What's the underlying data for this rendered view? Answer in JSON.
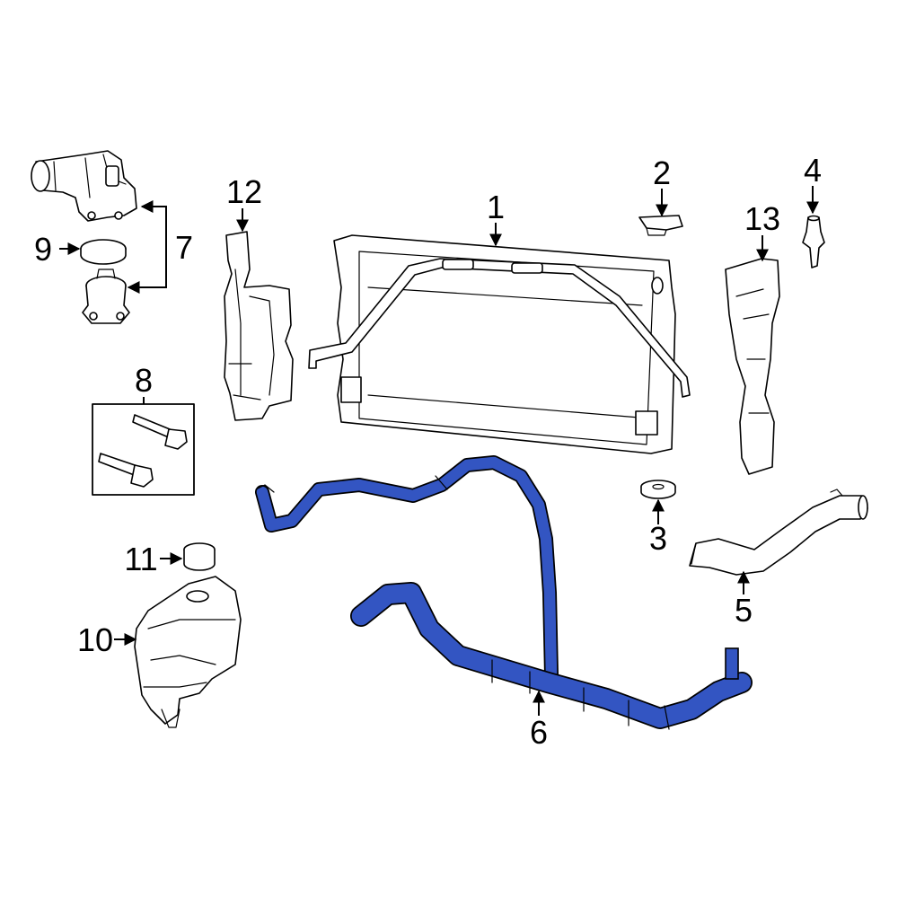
{
  "colors": {
    "background": "#ffffff",
    "line": "#000000",
    "highlight": "#3355c2"
  },
  "callouts": [
    {
      "id": "c1",
      "text": "1"
    },
    {
      "id": "c2",
      "text": "2"
    },
    {
      "id": "c3",
      "text": "3"
    },
    {
      "id": "c4",
      "text": "4"
    },
    {
      "id": "c5",
      "text": "5"
    },
    {
      "id": "c6",
      "text": "6"
    },
    {
      "id": "c7",
      "text": "7"
    },
    {
      "id": "c8",
      "text": "8"
    },
    {
      "id": "c9",
      "text": "9"
    },
    {
      "id": "c10",
      "text": "10"
    },
    {
      "id": "c11",
      "text": "11"
    },
    {
      "id": "c12",
      "text": "12"
    },
    {
      "id": "c13",
      "text": "13"
    }
  ]
}
